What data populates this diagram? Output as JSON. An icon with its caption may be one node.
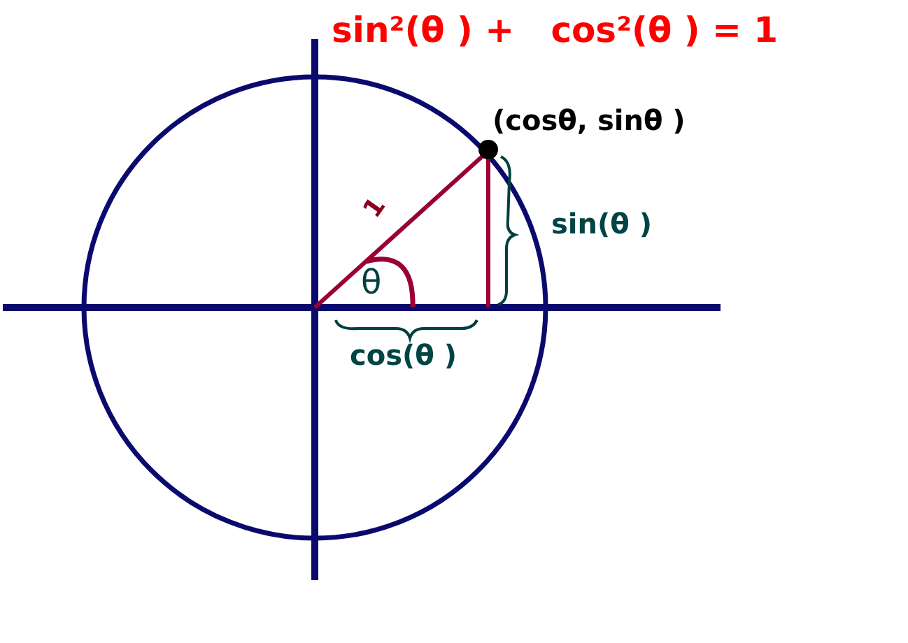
{
  "diagram": {
    "title": "sin²(θ ) +   cos²(θ ) = 1",
    "labels": [
      "(cosθ, sinθ )",
      "1",
      "θ",
      "sin(θ )",
      "cos(θ )"
    ]
  }
}
